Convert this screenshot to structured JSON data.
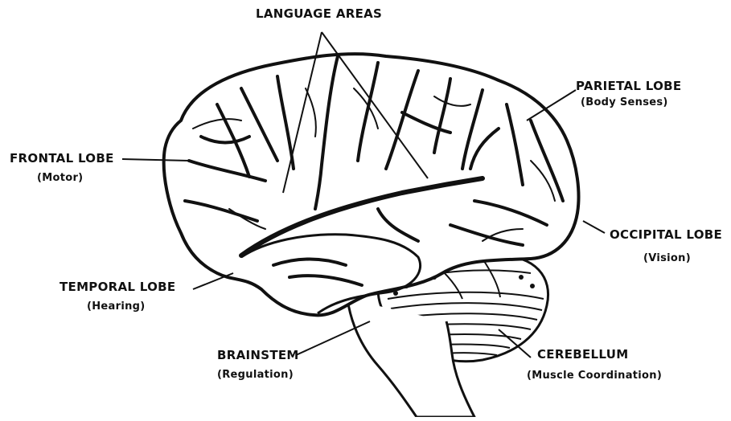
{
  "labels": {
    "language": {
      "name": "LANGUAGE AREAS"
    },
    "parietal": {
      "name": "PARIETAL LOBE",
      "function": "(Body Senses)"
    },
    "frontal": {
      "name": "FRONTAL LOBE",
      "function": "(Motor)"
    },
    "occipital": {
      "name": "OCCIPITAL LOBE",
      "function": "(Vision)"
    },
    "temporal": {
      "name": "TEMPORAL LOBE",
      "function": "(Hearing)"
    },
    "brainstem": {
      "name": "BRAINSTEM",
      "function": "(Regulation)"
    },
    "cerebellum": {
      "name": "CEREBELLUM",
      "function": "(Muscle Coordination)"
    }
  },
  "colors": {
    "ink": "#111111",
    "paper": "#ffffff"
  }
}
